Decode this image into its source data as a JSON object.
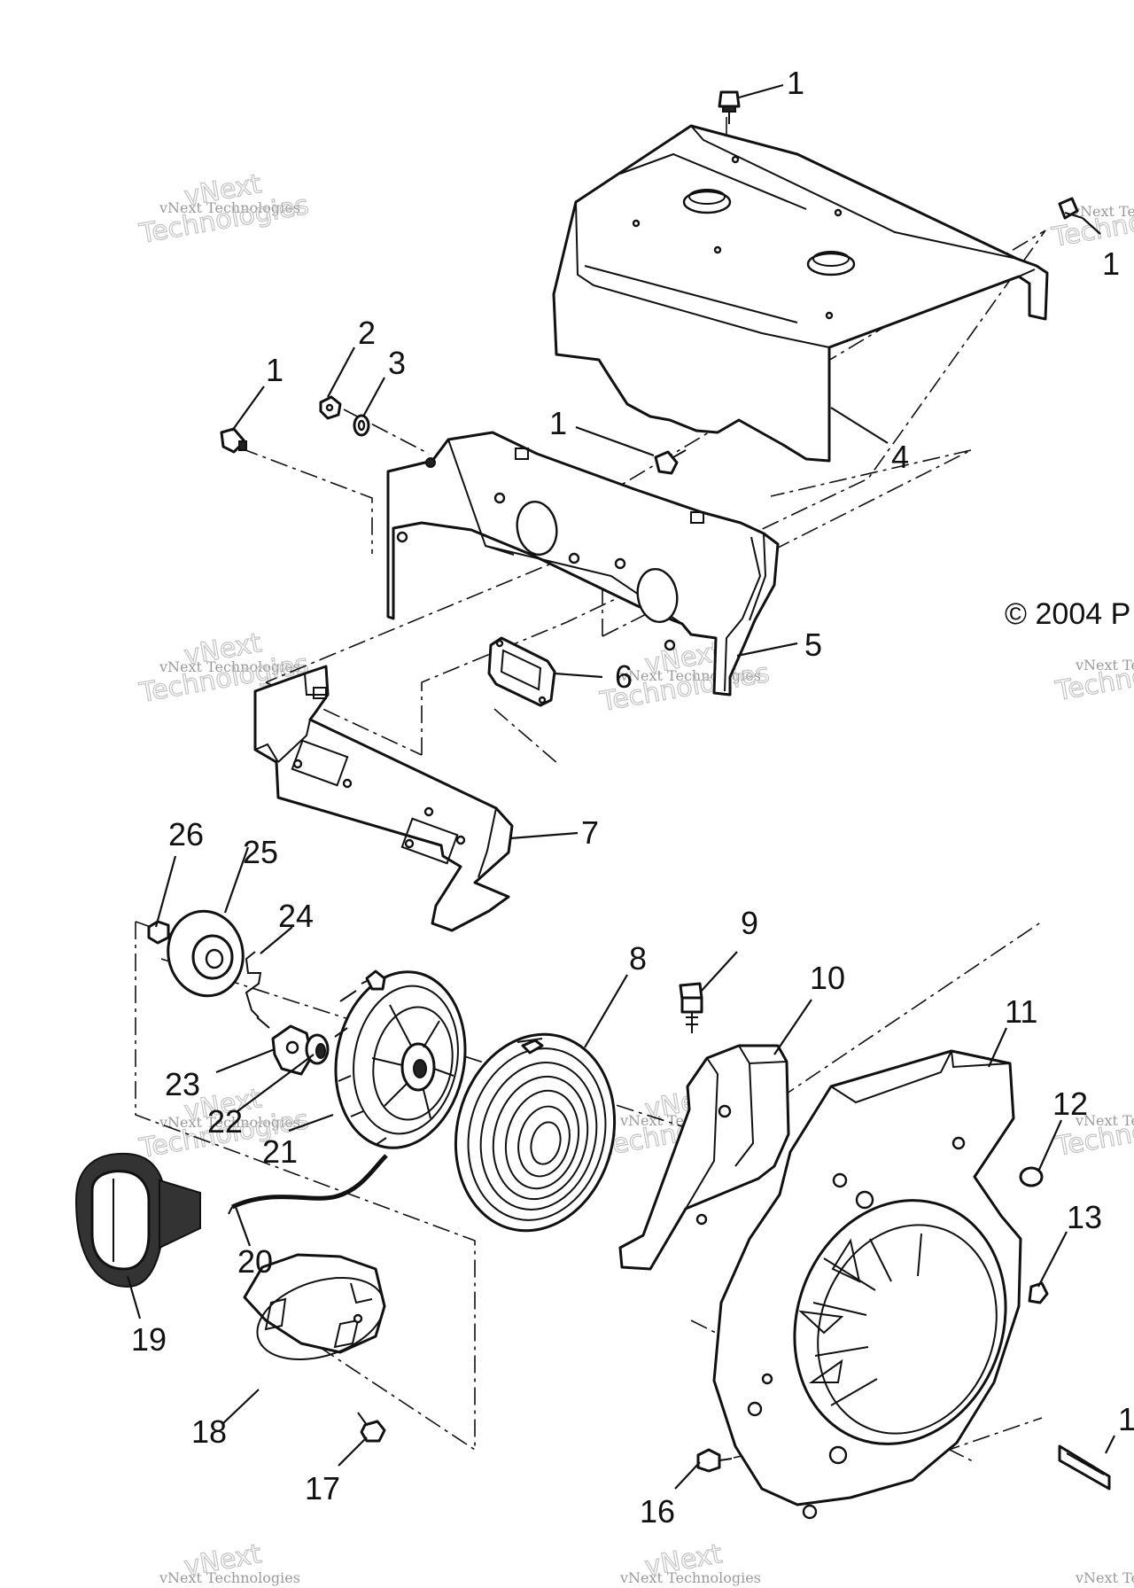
{
  "callouts": [
    "1",
    "1",
    "1",
    "1",
    "2",
    "3",
    "4",
    "5",
    "6",
    "7",
    "8",
    "9",
    "10",
    "11",
    "12",
    "13",
    "1",
    "16",
    "17",
    "18",
    "19",
    "20",
    "21",
    "22",
    "23",
    "24",
    "25",
    "26"
  ],
  "copyright": "© 2004 P",
  "watermark": {
    "line1": "vNext Technologies",
    "line2": "Technologies",
    "line3": "vNext"
  },
  "colors": {
    "ink": "#111111",
    "paper": "#ffffff",
    "watermark": "#9a9a9a"
  }
}
